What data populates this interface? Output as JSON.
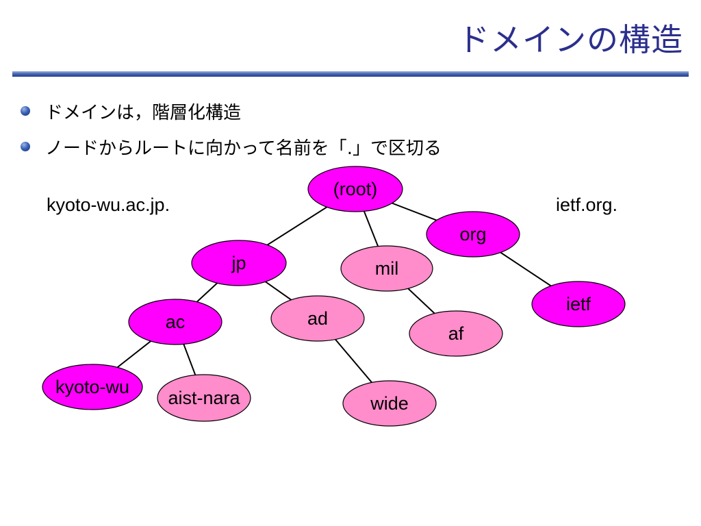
{
  "title": "ドメインの構造",
  "bullets": [
    "ドメインは，階層化構造",
    "ノードからルートに向かって名前を「.」で区切る"
  ],
  "example_left": "kyoto-wu.ac.jp.",
  "example_right": "ietf.org.",
  "colors": {
    "title": "#2b2f8c",
    "node_dark": "#ff00ff",
    "node_light": "#ff8ccb"
  },
  "tree": {
    "nodes": [
      {
        "id": "root",
        "label": "(root)",
        "style": "dark"
      },
      {
        "id": "jp",
        "label": "jp",
        "style": "dark"
      },
      {
        "id": "mil",
        "label": "mil",
        "style": "light"
      },
      {
        "id": "org",
        "label": "org",
        "style": "dark"
      },
      {
        "id": "ac",
        "label": "ac",
        "style": "dark"
      },
      {
        "id": "ad",
        "label": "ad",
        "style": "light"
      },
      {
        "id": "af",
        "label": "af",
        "style": "light"
      },
      {
        "id": "ietf",
        "label": "ietf",
        "style": "dark"
      },
      {
        "id": "kyoto-wu",
        "label": "kyoto-wu",
        "style": "dark"
      },
      {
        "id": "aist-nara",
        "label": "aist-nara",
        "style": "light"
      },
      {
        "id": "wide",
        "label": "wide",
        "style": "light"
      }
    ],
    "edges": [
      [
        "root",
        "jp"
      ],
      [
        "root",
        "mil"
      ],
      [
        "root",
        "org"
      ],
      [
        "jp",
        "ac"
      ],
      [
        "jp",
        "ad"
      ],
      [
        "mil",
        "af"
      ],
      [
        "org",
        "ietf"
      ],
      [
        "ac",
        "kyoto-wu"
      ],
      [
        "ac",
        "aist-nara"
      ],
      [
        "ad",
        "wide"
      ]
    ]
  }
}
